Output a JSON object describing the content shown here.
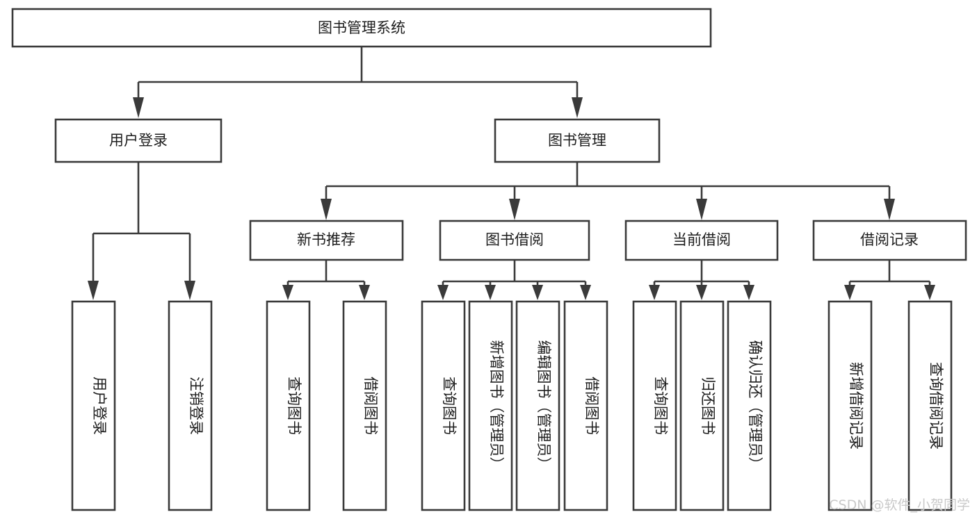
{
  "diagram": {
    "title": "图书管理系统",
    "type": "tree-hierarchy",
    "orientation": "top-down",
    "root": {
      "label": "图书管理系统"
    },
    "level2": [
      {
        "label": "用户登录"
      },
      {
        "label": "图书管理"
      }
    ],
    "level3": [
      {
        "label": "新书推荐"
      },
      {
        "label": "图书借阅"
      },
      {
        "label": "当前借阅"
      },
      {
        "label": "借阅记录"
      }
    ],
    "leaves": {
      "user_login": [
        {
          "label": "用户登录"
        },
        {
          "label": "注销登录"
        }
      ],
      "new_book_recommend": [
        {
          "label": "查询图书"
        },
        {
          "label": "借阅图书"
        }
      ],
      "book_borrow": [
        {
          "label": "查询图书"
        },
        {
          "label": "新增图书（管理员）"
        },
        {
          "label": "编辑图书（管理员）"
        },
        {
          "label": "借阅图书"
        }
      ],
      "current_borrow": [
        {
          "label": "查询图书"
        },
        {
          "label": "归还图书"
        },
        {
          "label": "确认归还（管理员）"
        }
      ],
      "borrow_record": [
        {
          "label": "新增借阅记录"
        },
        {
          "label": "查询借阅记录"
        }
      ]
    }
  },
  "watermark": {
    "text": "CSDN @软件_小贺同学"
  },
  "colors": {
    "box_stroke": "#3a3a3a",
    "box_fill": "#ffffff",
    "text": "#1d1d1d",
    "connector": "#3a3a3a",
    "watermark": "#c9c9c9",
    "background": "#ffffff"
  }
}
